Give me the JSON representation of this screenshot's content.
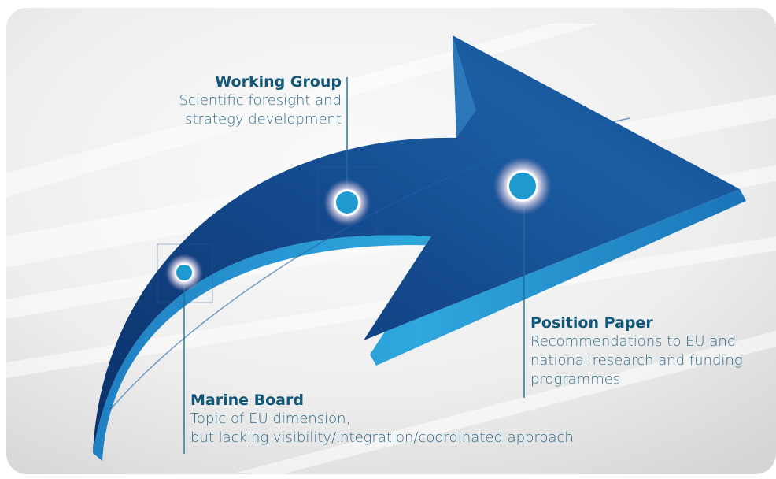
{
  "colors": {
    "arrow_dark": "#0d3a78",
    "arrow_mid": "#1b5ea3",
    "arrow_light": "#2a9fd6",
    "node_fill": "#1e9ad0",
    "text_title": "#10577a",
    "text_desc": "#2f6d8c",
    "leader": "#1f6f95"
  },
  "stages": [
    {
      "id": "working-group",
      "title": "Working Group",
      "lines": [
        "Scientific foresight and",
        "strategy development"
      ]
    },
    {
      "id": "position-paper",
      "title": "Position Paper",
      "lines": [
        "Recommendations to EU and",
        "national research and funding",
        "programmes"
      ]
    },
    {
      "id": "marine-board",
      "title": "Marine Board",
      "lines": [
        "Topic of EU dimension,",
        "but lacking visibility/integration/coordinated approach"
      ]
    }
  ]
}
